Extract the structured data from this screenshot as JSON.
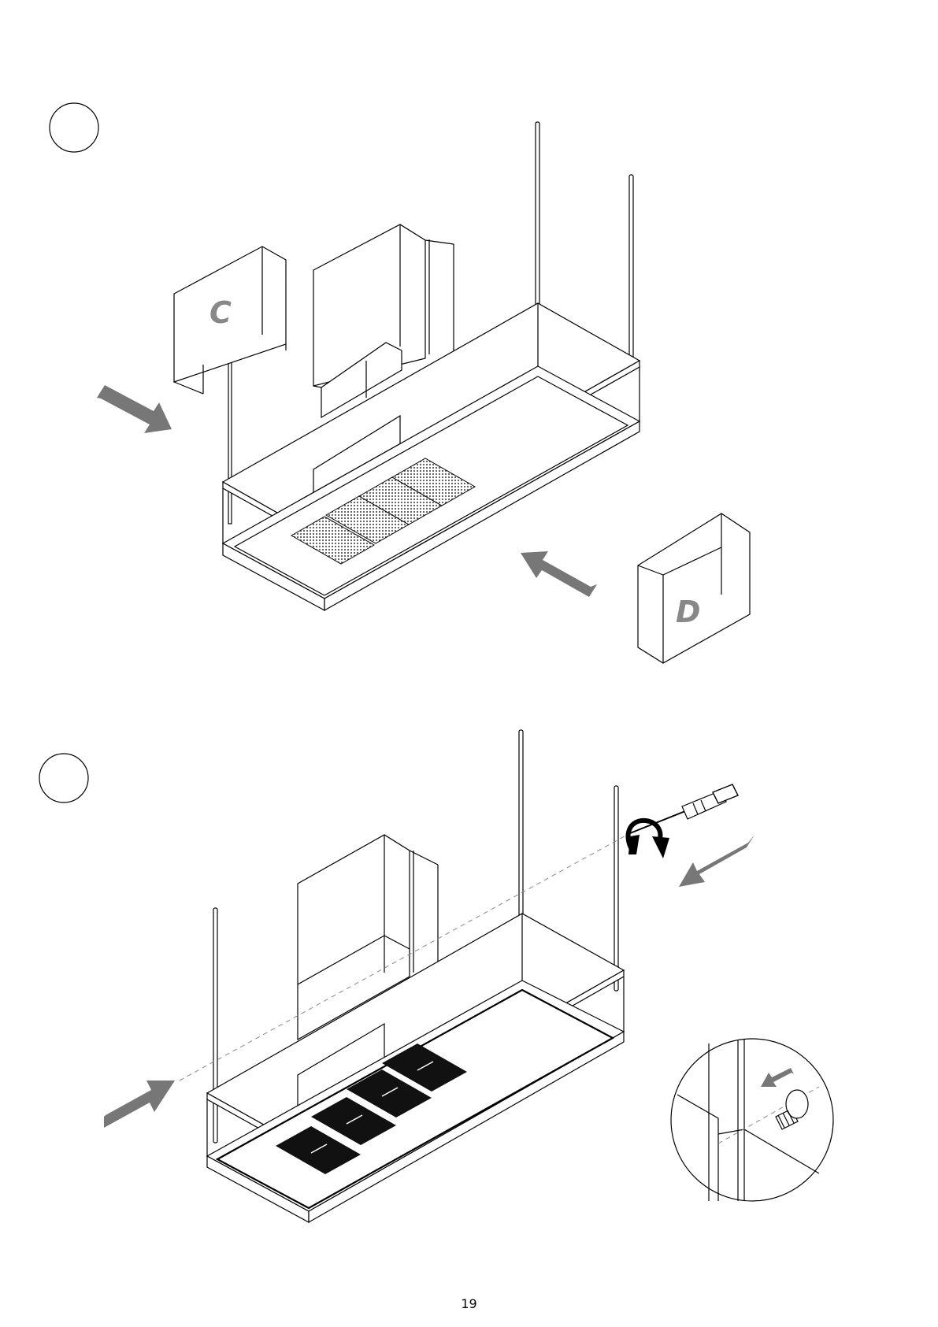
{
  "step_markers": [
    {
      "label": ""
    },
    {
      "label": ""
    }
  ],
  "step1": {
    "panel_c_label": "C",
    "panel_d_label": "D"
  },
  "page": {
    "number": "19"
  },
  "colors": {
    "line": "#000000",
    "arrow": "#777777",
    "grille": "#555555",
    "filter": "#111111"
  }
}
